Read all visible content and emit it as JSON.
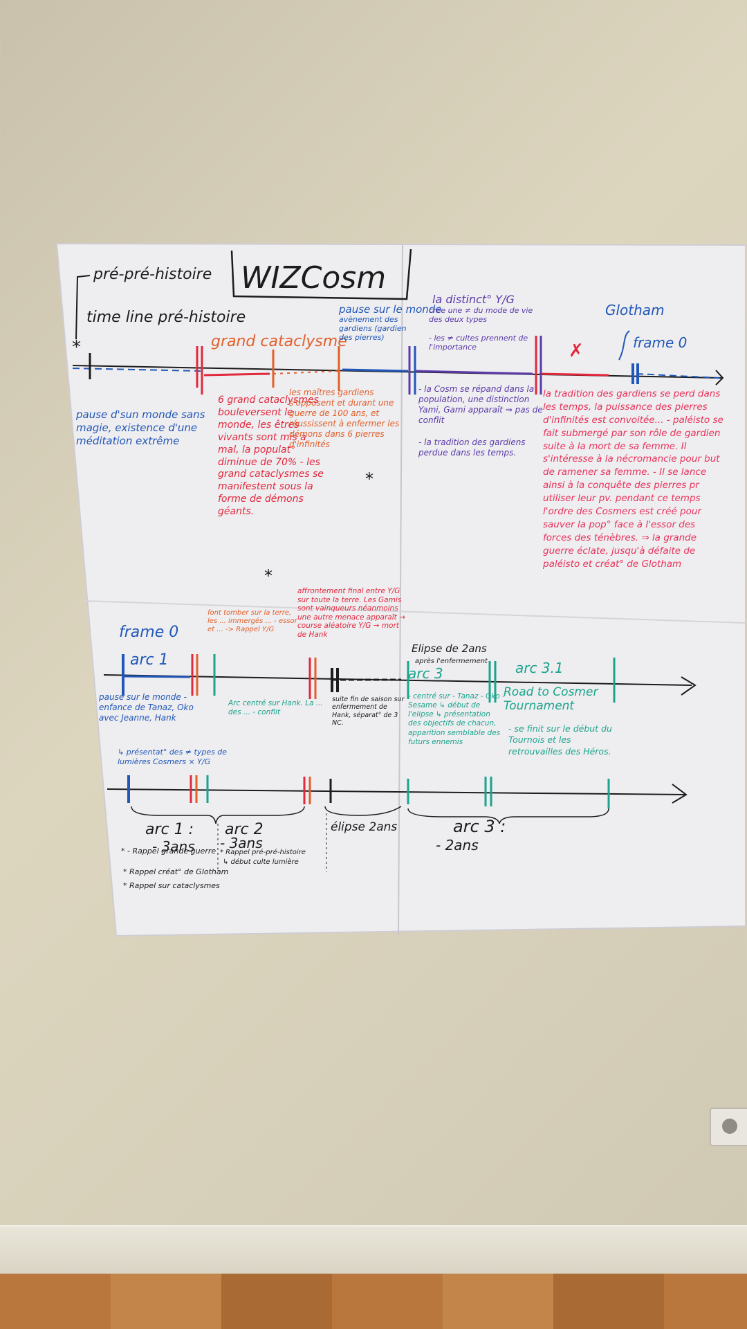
{
  "poster": {
    "title": "WIZCosm",
    "pre_pre": "pré-pré-histoire",
    "timeline_label": "time line pré-histoire",
    "grand_cataclysme": "grand cataclysme",
    "pause_monde": "pause sur le monde",
    "distinct": "la distinct° Y/G",
    "glotham": "Glotham",
    "frame0_top": "frame 0",
    "top_notes": {
      "pause_magie": "pause d'sun monde sans magie, existence d'une méditation extrême",
      "six_grand": "6 grand cataclysmes bouleversent le monde, les êtres vivants sont mis à mal, la populat° diminue de 70% - les grand cataclysmes se manifestent sous la forme de démons géants.",
      "maitres": "les maîtres gardiens s'opposent et durant une guerre de 100 ans, et réussissent à enfermer les démons dans 6 pierres d'infinités",
      "avenement": "avènement des gardiens (gardien des pierres)",
      "cree_une": "crée une ≠ du mode de vie des deux types",
      "cultes": "- les ≠ cultes prennent de l'importance",
      "cosm_repand": "- la Cosm se répand dans la population, une distinction Yami, Gami apparaît ⇒ pas de conflit",
      "tradition_perdue": "- la tradition des gardiens perdue dans les temps.",
      "red_right": "la tradition des gardiens se perd dans les temps, la puissance des pierres d'infinités est convoitée... - paléisto se fait submergé par son rôle de gardien suite à la mort de sa femme. Il s'intéresse à la nécromancie pour but de ramener sa femme. - Il se lance ainsi à la conquête des pierres pr utiliser leur pv. pendant ce temps l'ordre des Cosmers est créé pour sauver la pop° face à l'essor des forces des ténèbres. ⇒ la grande guerre éclate, jusqu'à défaite de paléisto et créat° de Glotham"
    },
    "frame0_mid": "frame 0",
    "arc1": "arc 1",
    "arc3": "arc 3",
    "arc31": "arc 3.1",
    "elipse_top": "Elipse de 2ans",
    "elipse_sub": "après l'enfermement",
    "affrontement": "affrontement final entre Y/G sur toute la terre. Les Gamis sont vainqueurs néanmoins une autre menace apparaît → course aléatoire Y/G → mort de Hank",
    "font_tomber": "font tomber sur la terre, les ... immergés ... - essor et ... -> Rappel Y/G",
    "mid_notes": {
      "pause_enfance": "pause sur le monde - enfance de Tanaz, Oko avec Jeanne, Hank",
      "presentation": "↳ présentat° des ≠ types de lumières Cosmers × Y/G",
      "arc_centre": "Arc centré sur Hank. La ... des ... - conflit",
      "suite_fin": "suite fin de saison sur enfermement de Hank, séparat° de 3 NC.",
      "centre_sur": "- centré sur - Tanaz - Oko - Sesame ↳ début de l'elipse ↳ présentation des objectifs de chacun, apparition semblable des futurs ennemis",
      "road": "Road to Cosmer Tournament",
      "road_desc": "- se finit sur le début du Tournois et les retrouvailles des Héros."
    },
    "bottom": {
      "arc1": "arc 1 :",
      "arc1_d": "- 3ans",
      "arc2": "arc 2",
      "arc2_d": "- 3ans",
      "elipse": "élipse 2ans",
      "arc3": "arc 3 :",
      "arc3_d": "- 2ans",
      "note1": "* - Rappel grande guerre",
      "note2": "* Rappel créat° de Glotham",
      "note3": "* Rappel sur cataclysmes",
      "note4": "* Rappel pré-pré-histoire",
      "note5": "↳ début culte lumière"
    }
  },
  "colors": {
    "blue": "#2057b8",
    "red": "#e2283c",
    "orange": "#e2602a",
    "purple": "#5a3aa8",
    "teal": "#1aa48c",
    "black": "#1c1c1c",
    "pink": "#e8325a"
  },
  "icons": [
    "outlet-icon"
  ]
}
